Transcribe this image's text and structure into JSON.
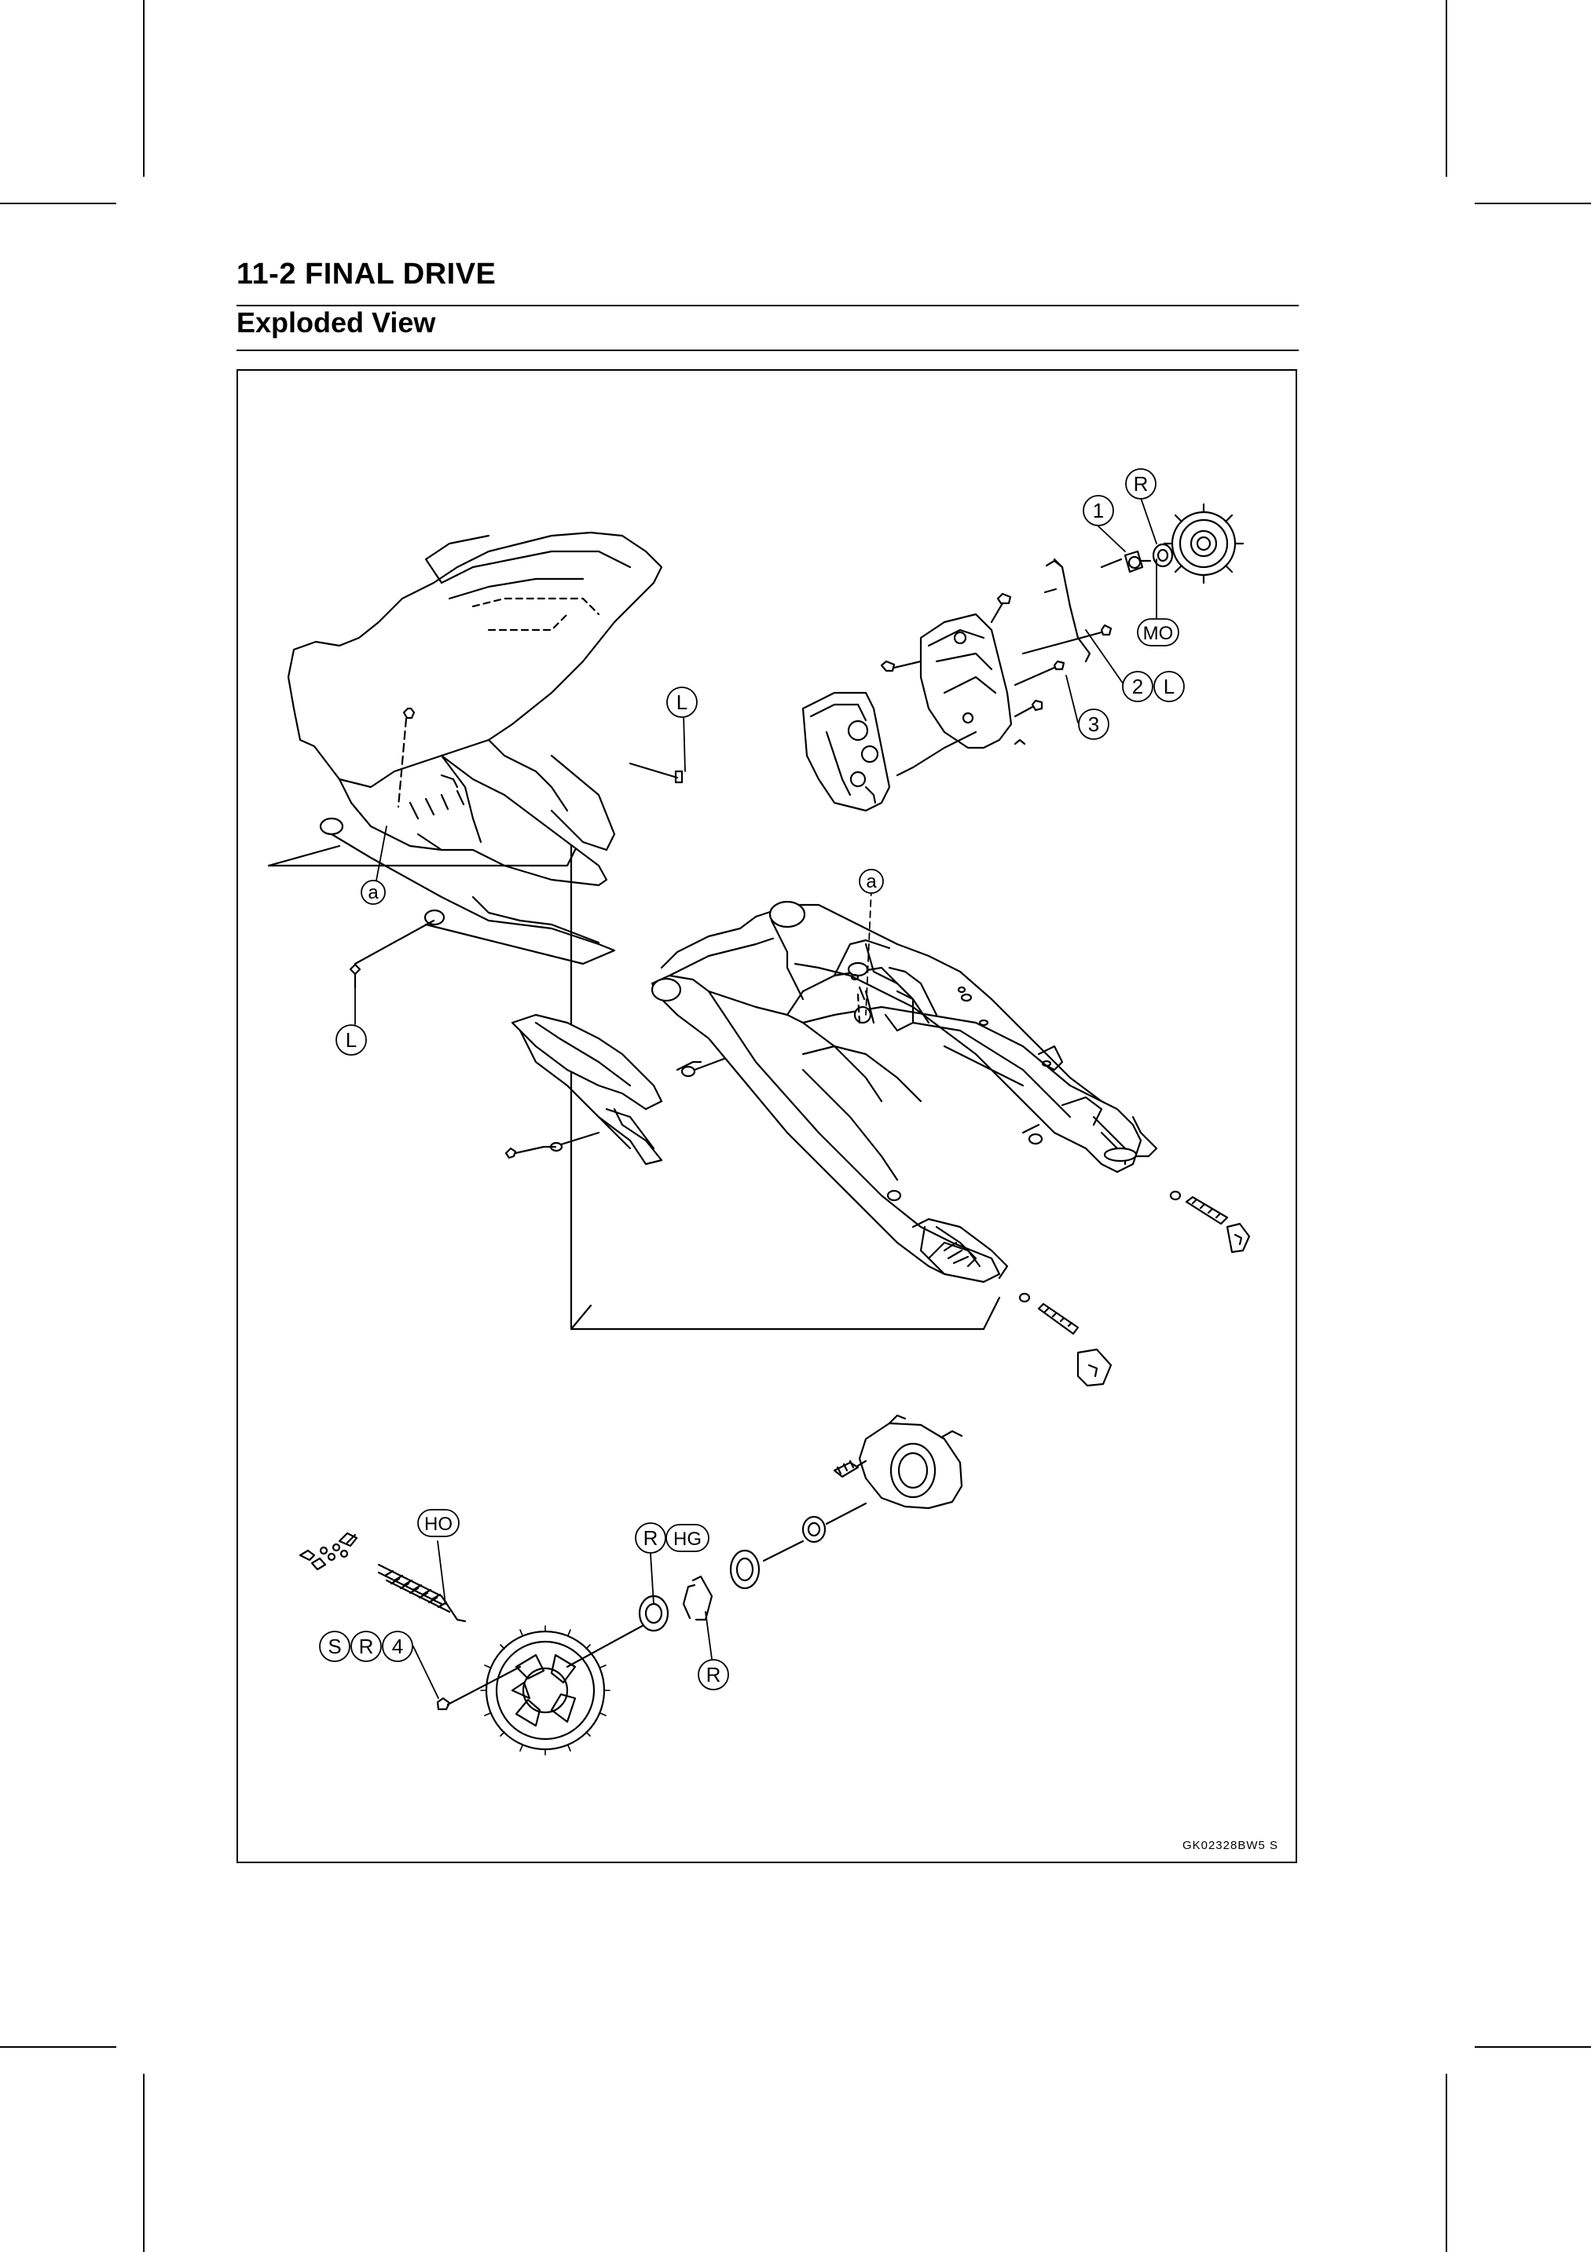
{
  "header": {
    "page_title": "11-2 FINAL DRIVE",
    "section_title": "Exploded View"
  },
  "figure": {
    "code": "GK02328BW5  S",
    "callouts": {
      "c1": "1",
      "c2": "2",
      "c3": "3",
      "c4": "4",
      "R_top": "R",
      "MO": "MO",
      "L_right": "L",
      "L_top": "L",
      "L_left": "L",
      "a_left": "a",
      "a_arm": "a",
      "HO": "HO",
      "R_hub": "R",
      "HG": "HG",
      "R_circlip": "R",
      "S": "S",
      "R_sprocket": "R"
    }
  }
}
